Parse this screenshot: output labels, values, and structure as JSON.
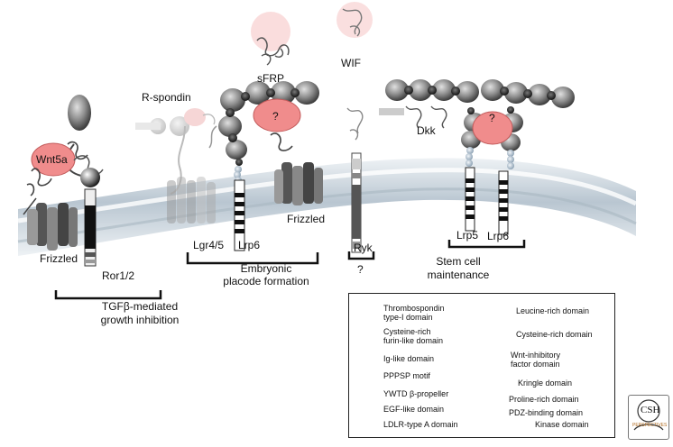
{
  "labels": {
    "wnt5a": "Wnt5a",
    "frizzled_left": "Frizzled",
    "ror": "Ror1/2",
    "tgfb_line1": "TGFβ-mediated",
    "tgfb_line2": "growth inhibition",
    "rspondin": "R-spondin",
    "sfrp": "sFRP",
    "q_sfrp": "?",
    "lgr": "Lgr4/5",
    "lrp6_mid": "Lrp6",
    "frizzled_mid": "Frizzled",
    "embryonic_line1": "Embryonic",
    "embryonic_line2": "placode formation",
    "wif": "WIF",
    "ryk": "Ryk",
    "q_ryk": "?",
    "dkk": "Dkk",
    "q_dkk": "?",
    "lrp5": "Lrp5",
    "lrp6_right": "Lrp6",
    "stem_line1": "Stem cell",
    "stem_line2": "maintenance"
  },
  "legend": {
    "thrombospondin": [
      "Thrombospondin",
      "type-I domain"
    ],
    "cysteine_furin": [
      "Cysteine-rich",
      "furin-like domain"
    ],
    "ig_like": "Ig-like domain",
    "pppsp": "PPPSP motif",
    "ywtd": "YWTD β-propeller",
    "egf": "EGF-like domain",
    "ldlr": "LDLR-type A domain",
    "leucine": "Leucine-rich domain",
    "cysteine_rich": "Cysteine-rich domain",
    "wif_domain": [
      "Wnt-inhibitory",
      "factor domain"
    ],
    "kringle": "Kringle domain",
    "proline": "Proline-rich domain",
    "pdz": "PDZ-binding domain",
    "kinase": "Kinase domain"
  },
  "logo": {
    "text": "CSH",
    "subtext": "PERSPECTIVES"
  },
  "colors": {
    "pink": "#f08c8c",
    "membrane": "#c8d2da",
    "domain_gray": "#8a8a8a"
  }
}
